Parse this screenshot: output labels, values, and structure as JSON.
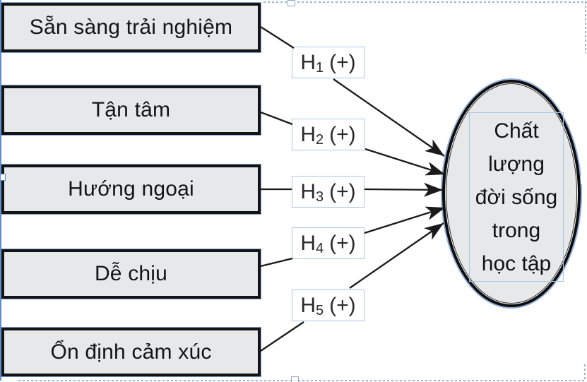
{
  "diagram": {
    "predictors": [
      {
        "label": "Sẵn sàng trải nghiệm"
      },
      {
        "label": "Tận tâm"
      },
      {
        "label": "Hướng ngoại"
      },
      {
        "label": "Dễ chịu"
      },
      {
        "label": "Ổn định cảm xúc"
      }
    ],
    "hypotheses": [
      {
        "name": "H",
        "sub": "1",
        "sign": "(+)"
      },
      {
        "name": "H",
        "sub": "2",
        "sign": "(+)"
      },
      {
        "name": "H",
        "sub": "3",
        "sign": "(+)"
      },
      {
        "name": "H",
        "sub": "4",
        "sign": "(+)"
      },
      {
        "name": "H",
        "sub": "5",
        "sign": "(+)"
      }
    ],
    "outcome": {
      "text": "Chất lượng đời sống trong học tập",
      "lines": [
        "Chất",
        "lượng",
        "đời sống",
        "trong",
        "học tập"
      ]
    }
  },
  "theme": {
    "shape-fill": "#e7e8ea",
    "shape-stroke": "#141414",
    "select-blue": "#7ca3d4",
    "hyp-border": "#a9c7e4",
    "dash-blue": "#9db4cf",
    "guide-blue": "#5b8fd0",
    "arrow-color": "#1a1a1a"
  }
}
